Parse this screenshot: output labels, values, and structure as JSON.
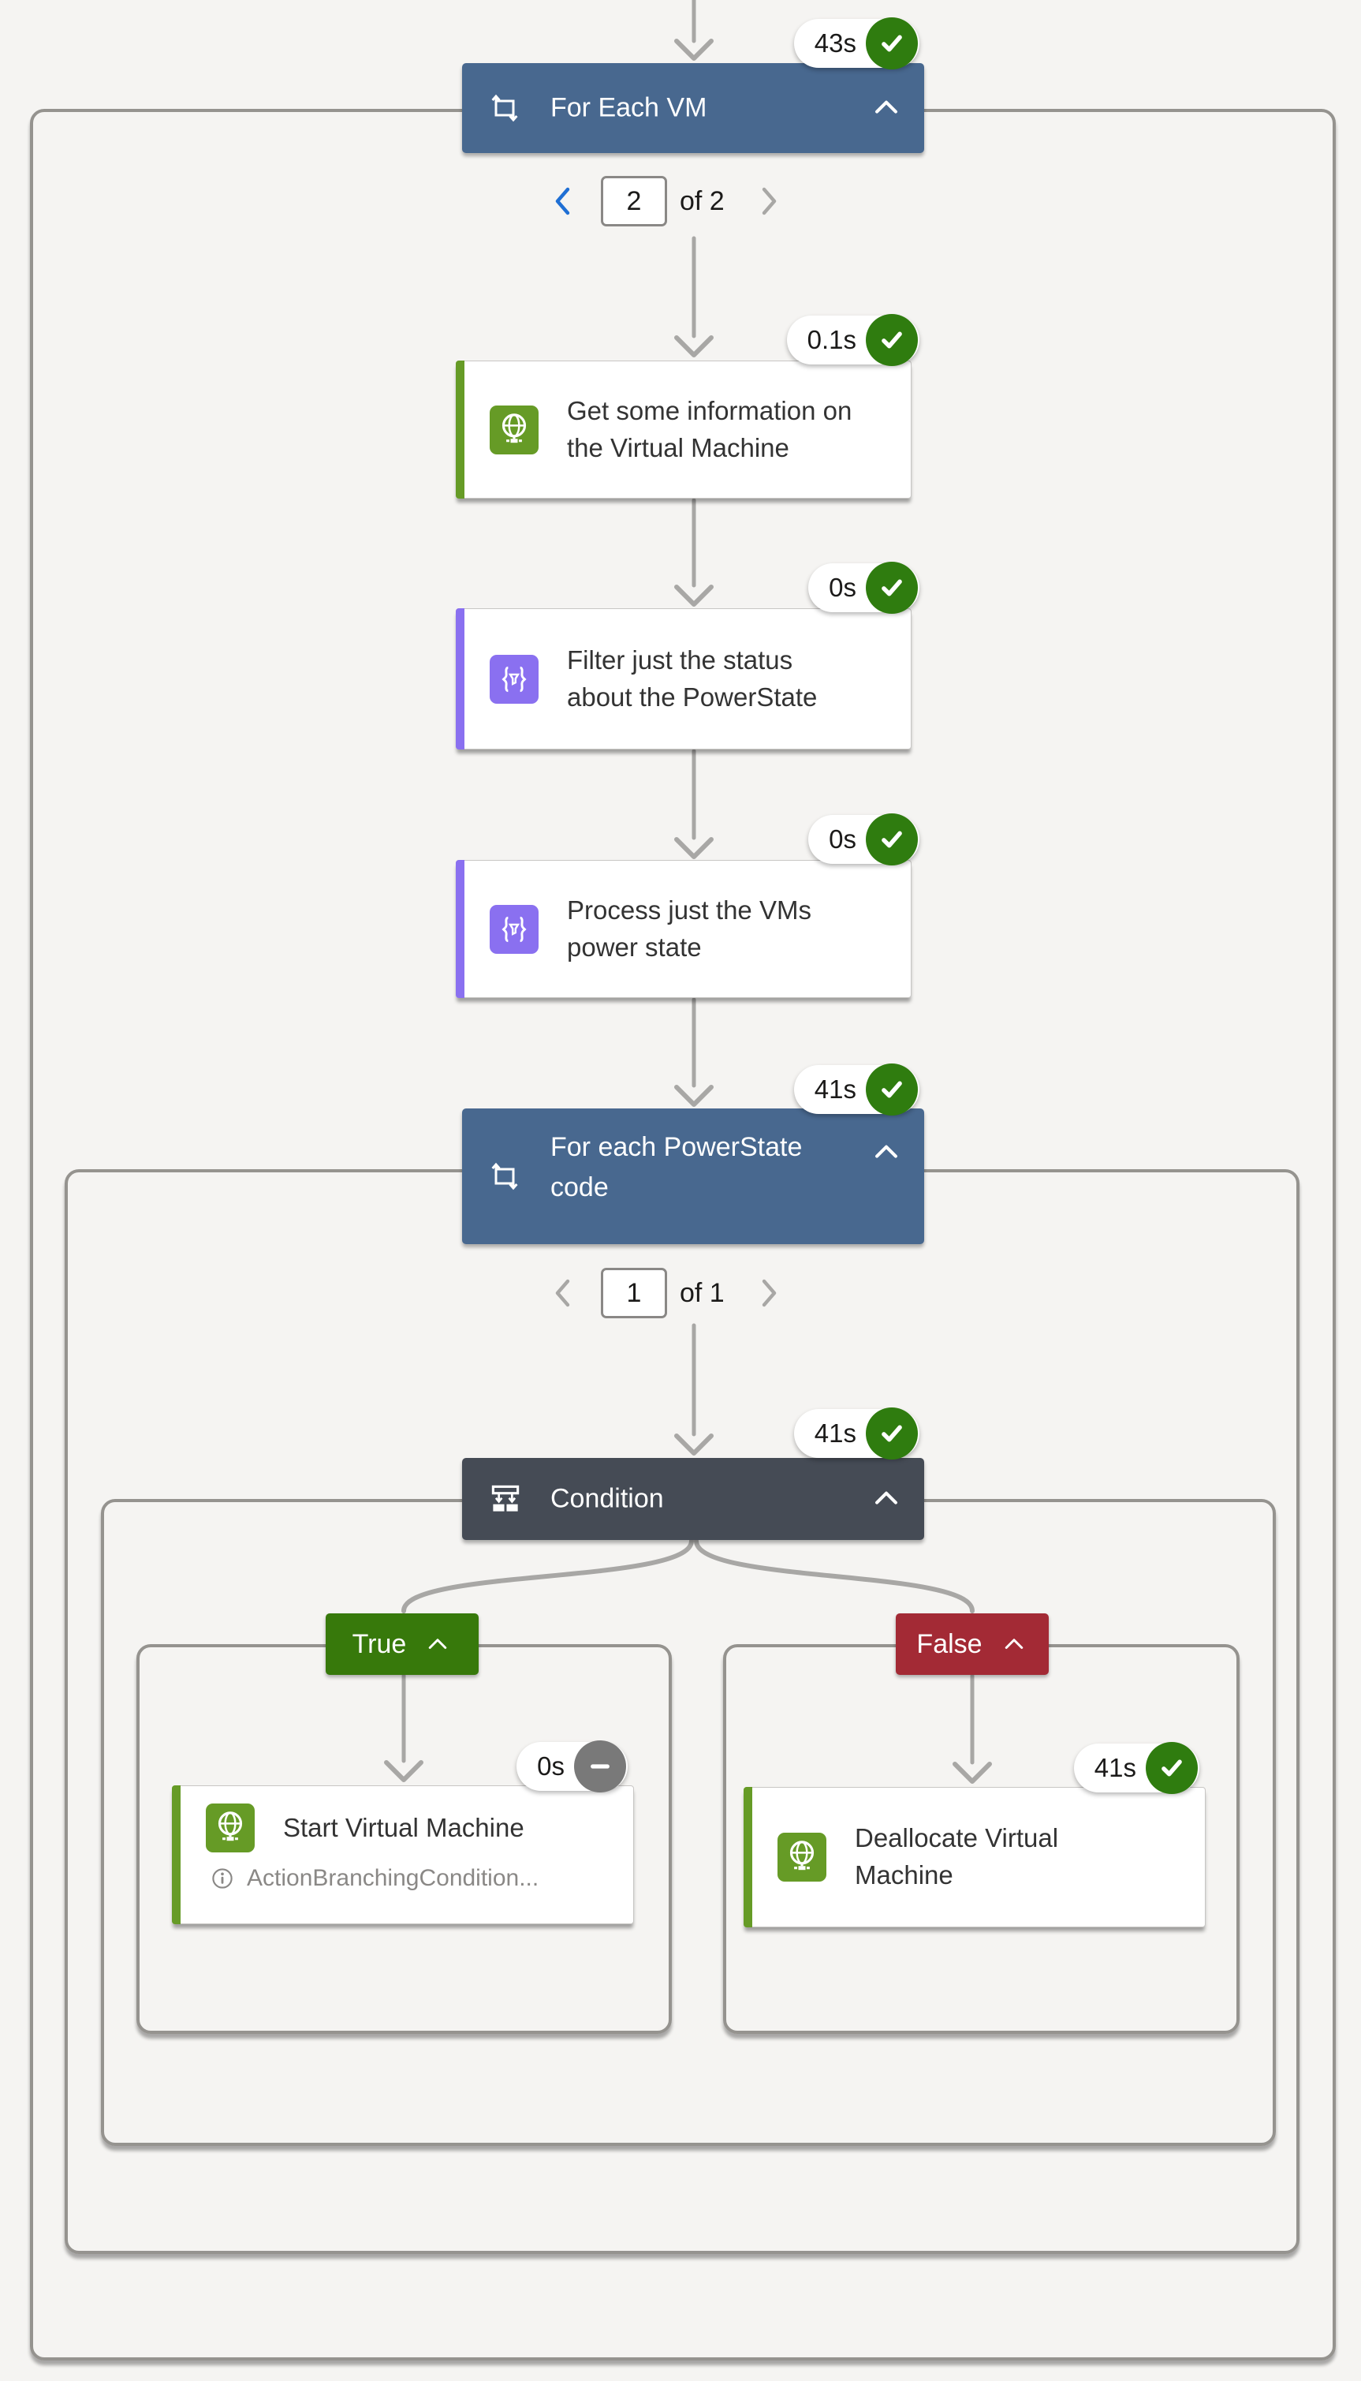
{
  "colors": {
    "canvas_bg": "#f5f4f2",
    "loop_header_blue": "#48688f",
    "condition_header_gray": "#454b55",
    "success_green": "#2f7c0f",
    "skipped_gray": "#797979",
    "true_badge_green": "#37790b",
    "false_badge_red": "#a32a35",
    "connector_green": "#669b26",
    "dataop_purple": "#8a70f0",
    "edge_gray": "#a8a7a5",
    "active_chevron_blue": "#1f6fd4"
  },
  "vm_loop": {
    "title": "For Each VM",
    "duration": "43s",
    "status": "succeeded"
  },
  "vm_pagination": {
    "value": "2",
    "label": "of 2"
  },
  "get_info": {
    "title": "Get some information on the Virtual Machine",
    "duration": "0.1s",
    "status": "succeeded"
  },
  "filter_status": {
    "title": "Filter just the status about the PowerState",
    "duration": "0s",
    "status": "succeeded"
  },
  "process_state": {
    "title": "Process just the VMs power state",
    "duration": "0s",
    "status": "succeeded"
  },
  "ps_loop": {
    "title": "For each PowerState code",
    "duration": "41s",
    "status": "succeeded"
  },
  "ps_pagination": {
    "value": "1",
    "label": "of 1"
  },
  "condition": {
    "title": "Condition",
    "duration": "41s",
    "status": "succeeded"
  },
  "true_branch": {
    "label": "True"
  },
  "false_branch": {
    "label": "False"
  },
  "start_vm": {
    "title": "Start Virtual Machine",
    "duration": "0s",
    "status": "skipped",
    "note": "ActionBranchingCondition..."
  },
  "deallocate_vm": {
    "title": "Deallocate Virtual Machine",
    "duration": "41s",
    "status": "succeeded"
  }
}
